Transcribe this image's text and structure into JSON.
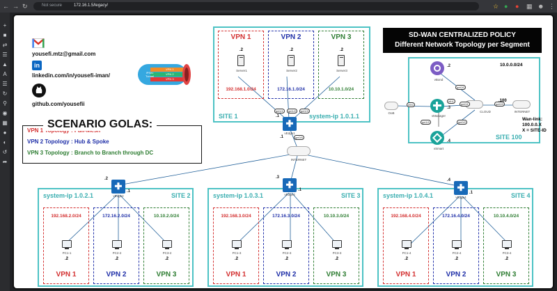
{
  "browser": {
    "secure_label": "Not secure",
    "url": "172.16.1.5/legacy/"
  },
  "colors": {
    "site_border": "#4cc2c4",
    "vpn1": "#d32f2f",
    "vpn2": "#1f2fa8",
    "vpn3": "#2e7d32",
    "router": "#1769b8"
  },
  "contacts": {
    "email": "yousefi.mtz@gmail.com",
    "linkedin": "linkedin.com/in/yousefi-iman/",
    "github": "github.com/yousefii"
  },
  "tunnel_label": "IPSec Tunnel",
  "tunnel_vpns": [
    "VPN 1",
    "VPN 2",
    "VPN 3"
  ],
  "title": {
    "line1": "SD-WAN CENTRALIZED POLICY",
    "line2": "Different Network Topology per Segment"
  },
  "scenario": {
    "heading": "SCENARIO GOLAS:",
    "items": [
      {
        "text": "VPN 1 Topology : Full-Mesh"
      },
      {
        "text": "VPN 2 Topology : Hub & Spoke"
      },
      {
        "text": "VPN 3 Topology : Branch to Branch through DC"
      }
    ]
  },
  "site1": {
    "label": "SITE 1",
    "system_ip": "system-ip 1.0.1.1",
    "router_ip": ".1",
    "vpns": [
      {
        "name": "VPN 1",
        "host": "Server1",
        "host_ip": ".2",
        "subnet": "192.168.1.0/24"
      },
      {
        "name": "VPN 2",
        "host": "Server2",
        "host_ip": ".2",
        "subnet": "172.16.1.0/24"
      },
      {
        "name": "VPN 3",
        "host": "Server3",
        "host_ip": ".2",
        "subnet": "10.10.1.0/24"
      }
    ],
    "ports": [
      "gei1/1",
      "gei1/2",
      "gei1/3"
    ],
    "wan_port": "gei0/0",
    "router_name": "vEdge1"
  },
  "site100": {
    "label": "SITE 100",
    "subnet": "10.0.0.0/24",
    "devices": [
      {
        "name": "vBond",
        "ip": ".2"
      },
      {
        "name": "vManager",
        "ip": ".3"
      },
      {
        "name": "vSmart",
        "ip": ".4"
      }
    ],
    "oob": "OoB",
    "cloud": "CLOUD",
    "internet": "INTERNET",
    "internet_ip": ".100",
    "ports": [
      "gei0/0",
      "gei0/1",
      "gei0/2",
      "gei0/3",
      "gei1/0",
      "eth0",
      "eth1"
    ],
    "wan_note": [
      "Wan-link:",
      "100.0.0.X",
      "X = SITE-ID"
    ]
  },
  "internet_center": "INTERNET",
  "sites": [
    {
      "label": "SITE 2",
      "system_ip": "system-ip 1.0.2.1",
      "router_name": "vEdge2",
      "wan_ip": ".2",
      "router_ip": ".1",
      "vpns": [
        {
          "name": "VPN 1",
          "host": "PC1-1",
          "host_ip": ".2",
          "subnet": "192.168.2.0/24"
        },
        {
          "name": "VPN 2",
          "host": "PC2-2",
          "host_ip": ".2",
          "subnet": "172.16.2.0/24"
        },
        {
          "name": "VPN 3",
          "host": "PC3-2",
          "host_ip": ".2",
          "subnet": "10.10.2.0/24"
        }
      ]
    },
    {
      "label": "SITE 3",
      "system_ip": "system-ip 1.0.3.1",
      "router_name": "vEdge3",
      "wan_ip": ".3",
      "router_ip": ".1",
      "vpns": [
        {
          "name": "VPN 1",
          "host": "PC1-3",
          "host_ip": ".2",
          "subnet": "192.168.3.0/24"
        },
        {
          "name": "VPN 2",
          "host": "PC2-3",
          "host_ip": ".2",
          "subnet": "172.16.3.0/24"
        },
        {
          "name": "VPN 3",
          "host": "PC3-3",
          "host_ip": ".2",
          "subnet": "10.10.3.0/24"
        }
      ]
    },
    {
      "label": "SITE 4",
      "system_ip": "system-ip 1.0.4.1",
      "router_name": "vEdge4",
      "wan_ip": ".4",
      "router_ip": ".1",
      "vpns": [
        {
          "name": "VPN 1",
          "host": "PC1-4",
          "host_ip": ".2",
          "subnet": "192.168.4.0/24"
        },
        {
          "name": "VPN 2",
          "host": "PC2-4",
          "host_ip": ".2",
          "subnet": "172.16.4.0/24"
        },
        {
          "name": "VPN 3",
          "host": "PC3-4",
          "host_ip": ".2",
          "subnet": "10.10.4.0/24"
        }
      ]
    }
  ]
}
